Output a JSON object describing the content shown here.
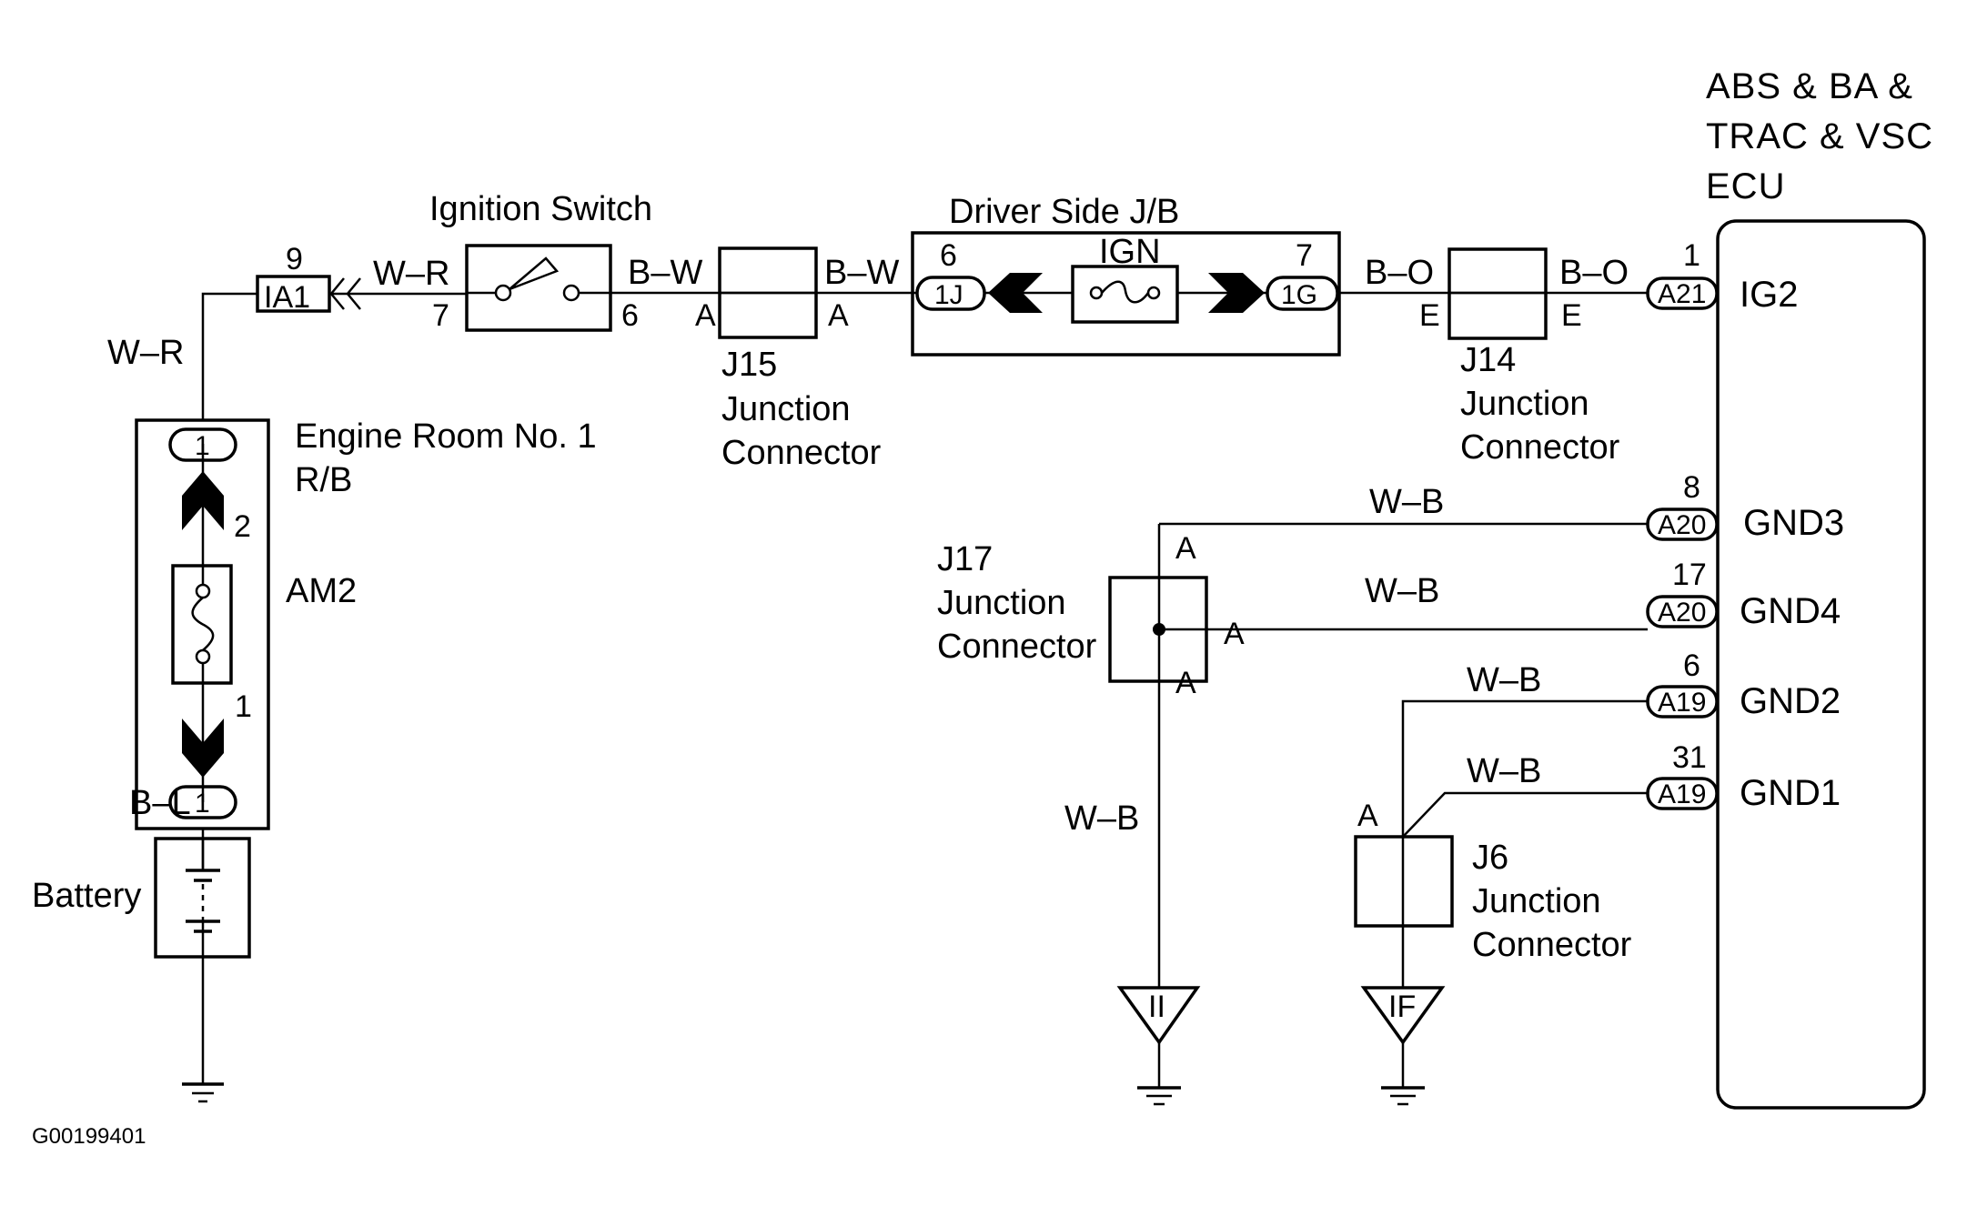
{
  "diagram": {
    "figure_id": "G00199401",
    "ecu": {
      "title_lines": [
        "ABS & BA &",
        "TRAC & VSC",
        "ECU"
      ],
      "terminals": [
        {
          "name": "IG2",
          "pin": "1",
          "connector": "A21",
          "wire": "B–O"
        },
        {
          "name": "GND3",
          "pin": "8",
          "connector": "A20",
          "wire": "W–B"
        },
        {
          "name": "GND4",
          "pin": "17",
          "connector": "A20",
          "wire": "W–B"
        },
        {
          "name": "GND2",
          "pin": "6",
          "connector": "A19",
          "wire": "W–B"
        },
        {
          "name": "GND1",
          "pin": "31",
          "connector": "A19",
          "wire": "W–B"
        }
      ]
    },
    "relay_block": {
      "title_line1": "Engine Room No. 1",
      "title_line2": "R/B",
      "fuse": "AM2",
      "top_pin": "2",
      "bottom_pin": "1",
      "top_connector": "1",
      "bottom_connector": "1"
    },
    "battery": {
      "label": "Battery",
      "wire": "B–L"
    },
    "ignition_switch": {
      "label": "Ignition Switch",
      "in_pin": "7",
      "out_pin": "6",
      "in_wire": "W–R",
      "out_wire": "B–W"
    },
    "ia1_connector": {
      "label": "IA1",
      "pin": "9"
    },
    "vertical_wire": "W–R",
    "j15": {
      "id": "J15",
      "line2": "Junction",
      "line3": "Connector",
      "pin_left": "A",
      "pin_right": "A",
      "wire_out": "B–W"
    },
    "jb": {
      "label": "Driver Side J/B",
      "fuse": "IGN",
      "left_pin": "6",
      "left_connector": "1J",
      "right_pin": "7",
      "right_connector": "1G"
    },
    "j14": {
      "id": "J14",
      "line2": "Junction",
      "line3": "Connector",
      "pin_left": "E",
      "pin_right": "E",
      "wire_in": "B–O"
    },
    "j17": {
      "id": "J17",
      "line2": "Junction",
      "line3": "Connector",
      "pin_top": "A",
      "pin_right": "A",
      "pin_bottom": "A",
      "wire_down": "W–B"
    },
    "j6": {
      "id": "J6",
      "line2": "Junction",
      "line3": "Connector",
      "pin_top": "A"
    },
    "grounds": [
      {
        "label": "II"
      },
      {
        "label": "IF"
      }
    ]
  }
}
